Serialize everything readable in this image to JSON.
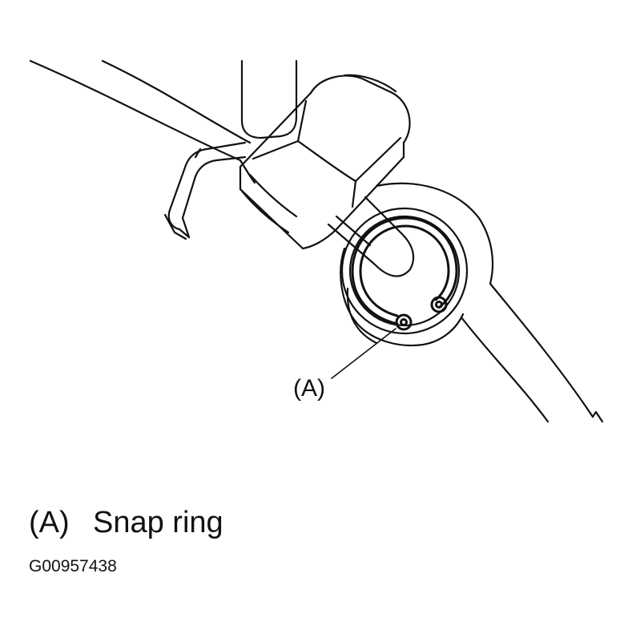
{
  "callout": {
    "label": "(A)"
  },
  "legend": {
    "key": "(A)",
    "description": "Snap ring"
  },
  "figure_id": "G00957438"
}
